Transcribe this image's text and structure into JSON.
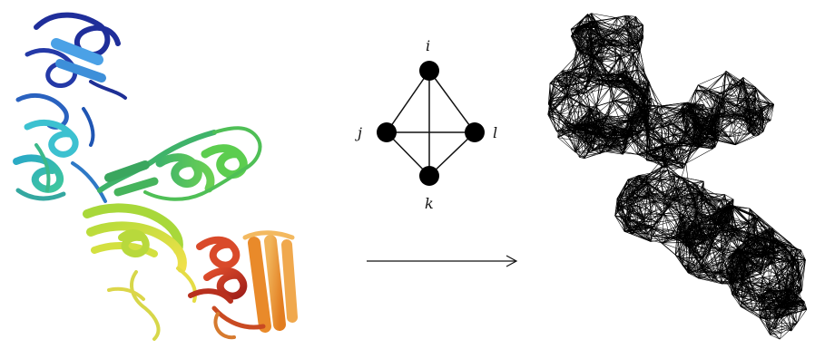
{
  "figure": {
    "graph": {
      "nodes": [
        {
          "id": "i",
          "label": "i"
        },
        {
          "id": "j",
          "label": "j"
        },
        {
          "id": "l",
          "label": "l"
        },
        {
          "id": "k",
          "label": "k"
        }
      ],
      "edges": [
        [
          "i",
          "j"
        ],
        [
          "i",
          "l"
        ],
        [
          "i",
          "k"
        ],
        [
          "j",
          "l"
        ],
        [
          "j",
          "k"
        ],
        [
          "l",
          "k"
        ]
      ]
    },
    "colors": {
      "protein_gradient": [
        "#2a3aa6",
        "#2f8fd0",
        "#3fc6c0",
        "#3fb36a",
        "#8fd23a",
        "#e3e24a",
        "#e8a63a",
        "#d9531e",
        "#b3271a"
      ],
      "graph_stroke": "#111111",
      "mesh_stroke": "#000000"
    }
  }
}
